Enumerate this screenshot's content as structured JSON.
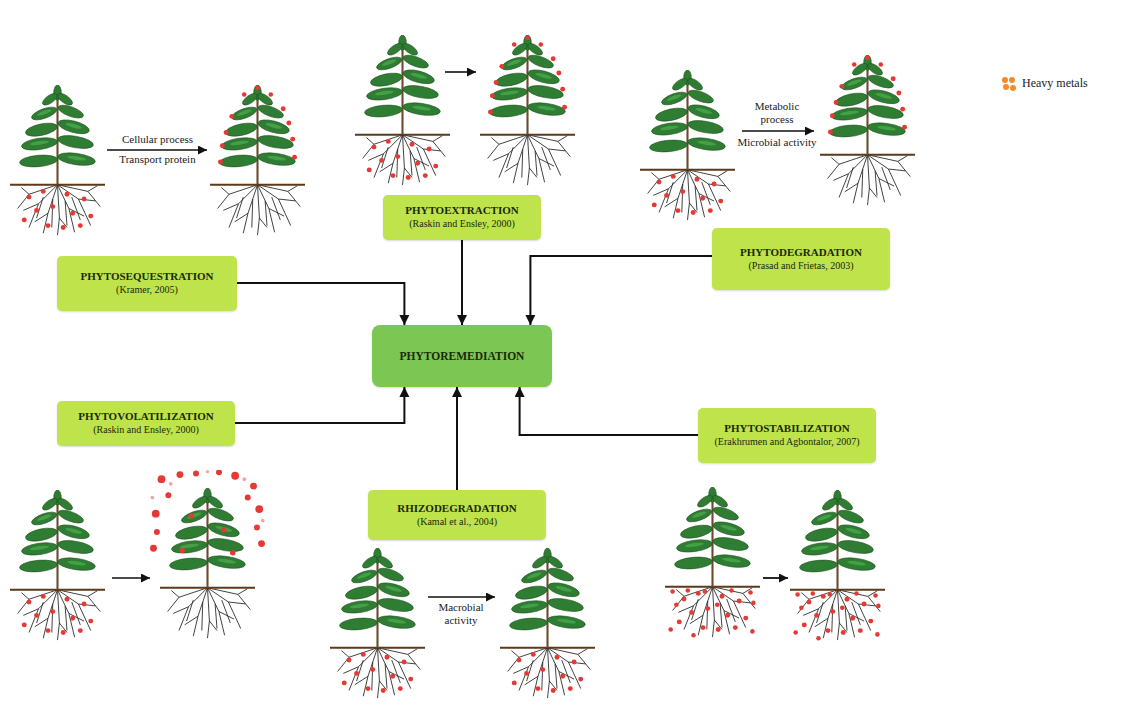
{
  "diagram": {
    "nodes": [
      {
        "text": [
          "PHYTOSEQUESTRATION",
          "(Kramer, 2005)"
        ]
      },
      {
        "text": [
          "PHYTOEXTRACTION",
          "(Raskin and Ensley, 2000)"
        ]
      },
      {
        "text": [
          "PHYTODEGRADATION",
          "(Prasad and Frietas, 2003)"
        ]
      },
      {
        "text": [
          "PHYTOREMEDIATION"
        ]
      },
      {
        "text": [
          "PHYTOVOLATILIZATION",
          "(Raskin and Ensley, 2000)"
        ]
      },
      {
        "text": [
          "RHIZODEGRADATION",
          "(Kamal et al., 2004)"
        ]
      },
      {
        "text": [
          "PHYTOSTABILIZATION",
          "(Erakhrumen and Agbontalor, 2007)"
        ]
      }
    ],
    "edges": [
      {
        "from": 0,
        "to": 3,
        "arrow": "to"
      },
      {
        "from": 1,
        "to": 3,
        "arrow": "to"
      },
      {
        "from": 2,
        "to": 3,
        "arrow": "to"
      },
      {
        "from": 4,
        "to": 3,
        "arrow": "to"
      },
      {
        "from": 5,
        "to": 3,
        "arrow": "to"
      },
      {
        "from": 6,
        "to": 3,
        "arrow": "to"
      }
    ],
    "labels": [
      "Cellular process",
      "Transport protein",
      "Metabolic process",
      "Microbial activity",
      "Macrobial activity"
    ],
    "legend": [
      {
        "text": "Heavy metals",
        "color": "#f28c28"
      }
    ]
  }
}
